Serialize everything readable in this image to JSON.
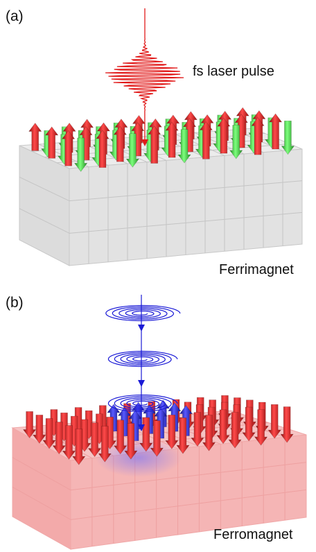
{
  "panel_a": {
    "label": "(a)",
    "pulse_label": "fs laser pulse",
    "material_label": "Ferrimagnet",
    "colors": {
      "slab": "#d9d9d9",
      "sublattice_up": "#d61f1f",
      "sublattice_down": "#3fc63f",
      "pulse": "#e11a1a"
    }
  },
  "panel_b": {
    "label": "(b)",
    "material_label": "Ferromagnet",
    "colors": {
      "slab": "#f4a3a3",
      "spin_down": "#d61f1f",
      "switched_spin": "#1f1fd0",
      "circular_pulse": "#1a1ad6"
    }
  }
}
